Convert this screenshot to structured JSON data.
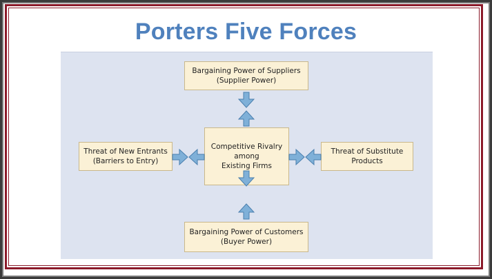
{
  "slide": {
    "title": "Porters Five Forces"
  },
  "diagram": {
    "colors": {
      "box_fill": "#fbf1d6",
      "box_border": "#c9b78a",
      "arrow_fill": "#7fb0d8",
      "arrow_stroke": "#4a7fae",
      "background": "#dde3f0",
      "title": "#4f81bd",
      "frame": "#8b1a2a"
    },
    "center": {
      "line1": "Competitive Rivalry",
      "line2": "among",
      "line3": "Existing Firms"
    },
    "top": {
      "line1": "Bargaining Power of Suppliers",
      "line2": "(Supplier Power)"
    },
    "bottom": {
      "line1": "Bargaining Power of Customers",
      "line2": "(Buyer Power)"
    },
    "left": {
      "line1": "Threat of New Entrants",
      "line2": "(Barriers to Entry)"
    },
    "right": {
      "line1": "Threat of Substitute",
      "line2": "Products"
    }
  }
}
